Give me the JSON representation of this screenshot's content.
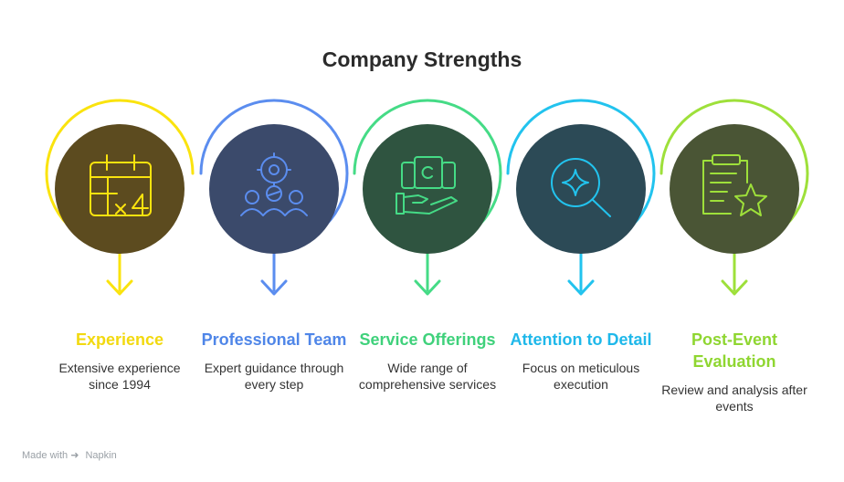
{
  "title": "Company Strengths",
  "steps": [
    {
      "heading": "Experience",
      "description": "Extensive experience since 1994",
      "icon": "calendar-x4-icon",
      "ring_color": "#fae30e",
      "fill_color": "#5c4b1f",
      "heading_color": "#f2d90f"
    },
    {
      "heading": "Professional Team",
      "description": "Expert guidance through every step",
      "icon": "team-gear-icon",
      "ring_color": "#5b8def",
      "fill_color": "#3b4a6b",
      "heading_color": "#4f86e8"
    },
    {
      "heading": "Service Offerings",
      "description": "Wide range of comprehensive services",
      "icon": "hand-offering-icon",
      "ring_color": "#45db86",
      "fill_color": "#2f5440",
      "heading_color": "#3fd17b"
    },
    {
      "heading": "Attention to Detail",
      "description": "Focus on meticulous execution",
      "icon": "magnifier-sparkle-icon",
      "ring_color": "#22c3ee",
      "fill_color": "#2c4a56",
      "heading_color": "#1fb8ea"
    },
    {
      "heading": "Post-Event Evaluation",
      "description": "Review and analysis after events",
      "icon": "clipboard-star-icon",
      "ring_color": "#9ee03a",
      "fill_color": "#4a5535",
      "heading_color": "#8fd631"
    }
  ],
  "footer": {
    "made_with": "Made with",
    "brand": "Napkin"
  }
}
